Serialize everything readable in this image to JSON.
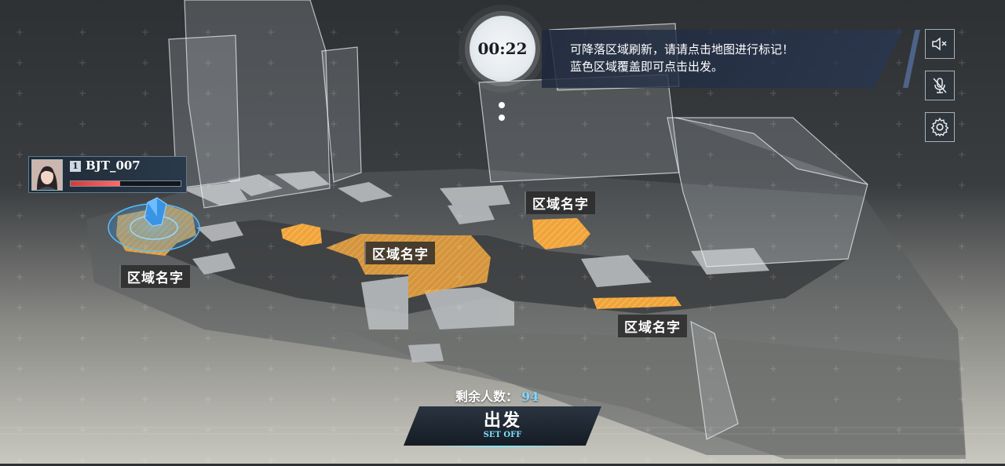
{
  "timer": {
    "value": "00:22"
  },
  "banner": {
    "line1": "可降落区域刷新，请请点击地图进行标记！",
    "line2": "蓝色区域覆盖即可点击出发。"
  },
  "controls": {
    "mute": "speaker-mute-icon",
    "mic": "mic-off-icon",
    "settings": "gear-icon"
  },
  "player": {
    "rank": "1",
    "name": "BJT_007",
    "hp_fraction": 0.45
  },
  "zones": [
    {
      "label": "区域名字"
    },
    {
      "label": "区域名字"
    },
    {
      "label": "区域名字"
    },
    {
      "label": "区域名字"
    }
  ],
  "remaining": {
    "label": "剩余人数：",
    "count": "94"
  },
  "setoff": {
    "label": "出发",
    "sublabel": "SET OFF"
  },
  "colors": {
    "zone_orange": "#f0a43a",
    "selected_blue": "#3aa0e6",
    "accent_cyan": "#7fdfff"
  }
}
